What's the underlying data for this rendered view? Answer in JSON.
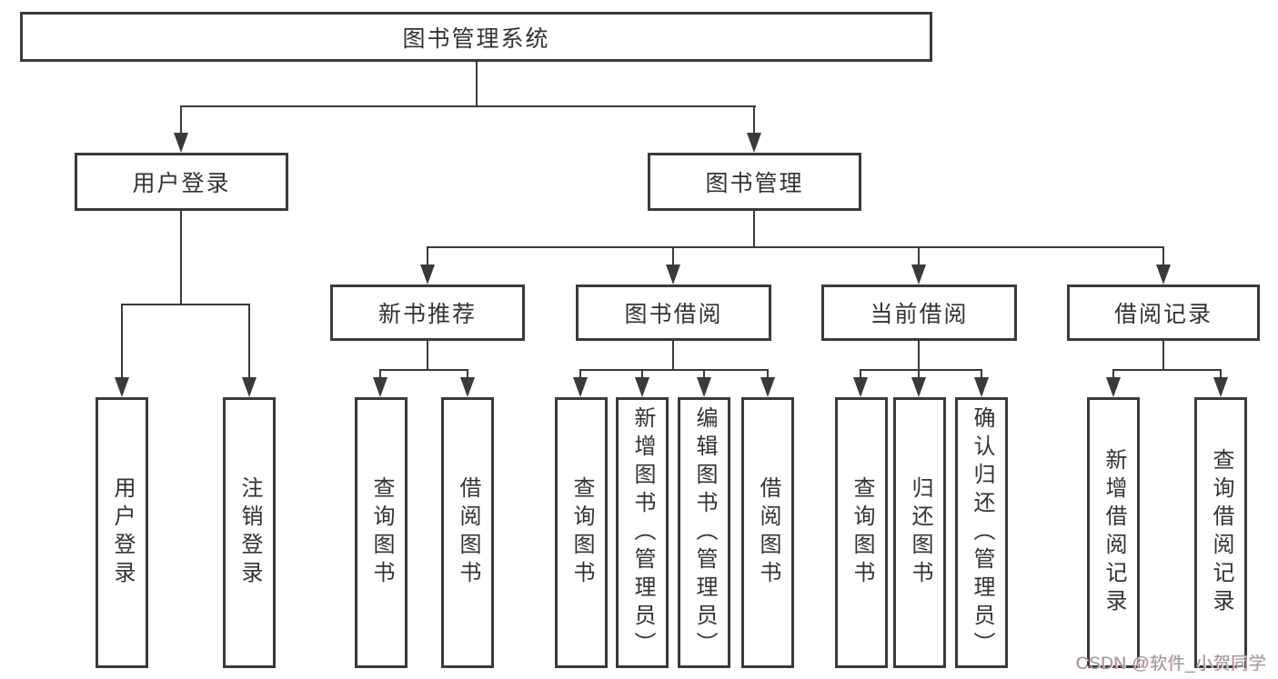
{
  "tree": {
    "label": "图书管理系统",
    "children": [
      {
        "label": "用户登录",
        "children": [
          {
            "label": "用户登录"
          },
          {
            "label": "注销登录"
          }
        ]
      },
      {
        "label": "图书管理",
        "children": [
          {
            "label": "新书推荐",
            "children": [
              {
                "label": "查询图书"
              },
              {
                "label": "借阅图书"
              }
            ]
          },
          {
            "label": "图书借阅",
            "children": [
              {
                "label": "查询图书"
              },
              {
                "label": "新增图书（管理员）"
              },
              {
                "label": "编辑图书（管理员）"
              },
              {
                "label": "借阅图书"
              }
            ]
          },
          {
            "label": "当前借阅",
            "children": [
              {
                "label": "查询图书"
              },
              {
                "label": "归还图书"
              },
              {
                "label": "确认归还（管理员）"
              }
            ]
          },
          {
            "label": "借阅记录",
            "children": [
              {
                "label": "新增借阅记录"
              },
              {
                "label": "查询借阅记录"
              }
            ]
          }
        ]
      }
    ]
  },
  "watermark": {
    "text": "CSDN @软件_小贺同学"
  },
  "colors": {
    "line": "#3a3a3a",
    "text": "#333333",
    "background": "#ffffff",
    "watermark_text": "#999999"
  }
}
